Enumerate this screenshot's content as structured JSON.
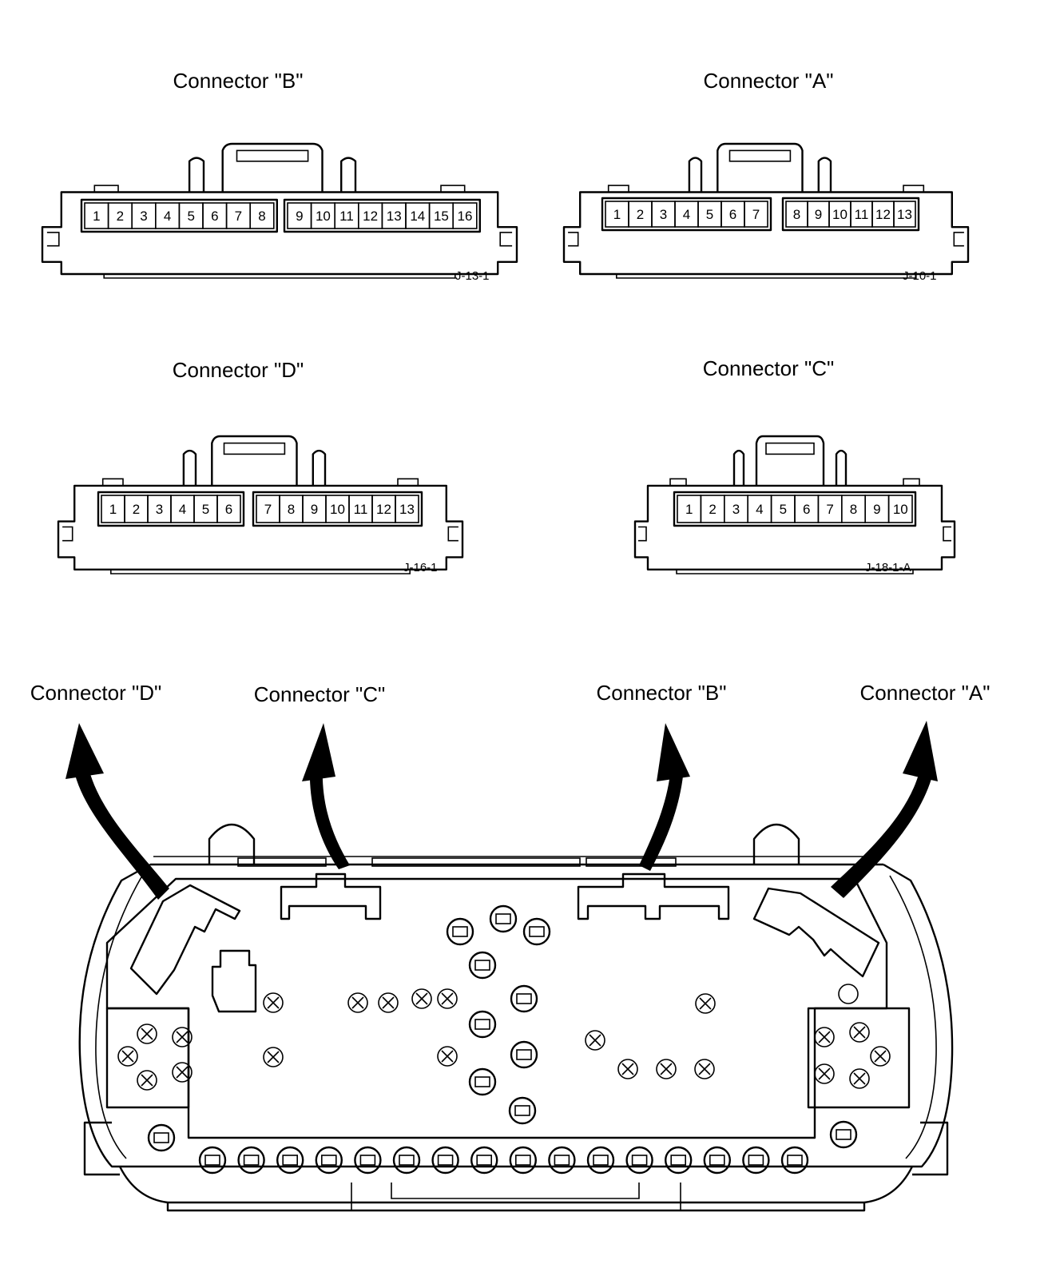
{
  "connectors": [
    {
      "id": "B",
      "title": "Connector \"B\"",
      "code": "J-13-1",
      "left_pins": [
        "1",
        "2",
        "3",
        "4",
        "5",
        "6",
        "7",
        "8"
      ],
      "right_pins": [
        "9",
        "10",
        "11",
        "12",
        "13",
        "14",
        "15",
        "16"
      ]
    },
    {
      "id": "A",
      "title": "Connector \"A\"",
      "code": "J-10-1",
      "left_pins": [
        "1",
        "2",
        "3",
        "4",
        "5",
        "6",
        "7"
      ],
      "right_pins": [
        "8",
        "9",
        "10",
        "11",
        "12",
        "13"
      ]
    },
    {
      "id": "D",
      "title": "Connector \"D\"",
      "code": "J-16-1",
      "left_pins": [
        "1",
        "2",
        "3",
        "4",
        "5",
        "6"
      ],
      "right_pins": [
        "7",
        "8",
        "9",
        "10",
        "11",
        "12",
        "13"
      ]
    },
    {
      "id": "C",
      "title": "Connector \"C\"",
      "code": "J-18-1-A",
      "left_pins": [
        "1",
        "2",
        "3",
        "4",
        "5",
        "6",
        "7",
        "8",
        "9",
        "10"
      ],
      "right_pins": []
    }
  ],
  "callouts": {
    "d": "Connector \"D\"",
    "c": "Connector \"C\"",
    "b": "Connector \"B\"",
    "a": "Connector \"A\""
  }
}
